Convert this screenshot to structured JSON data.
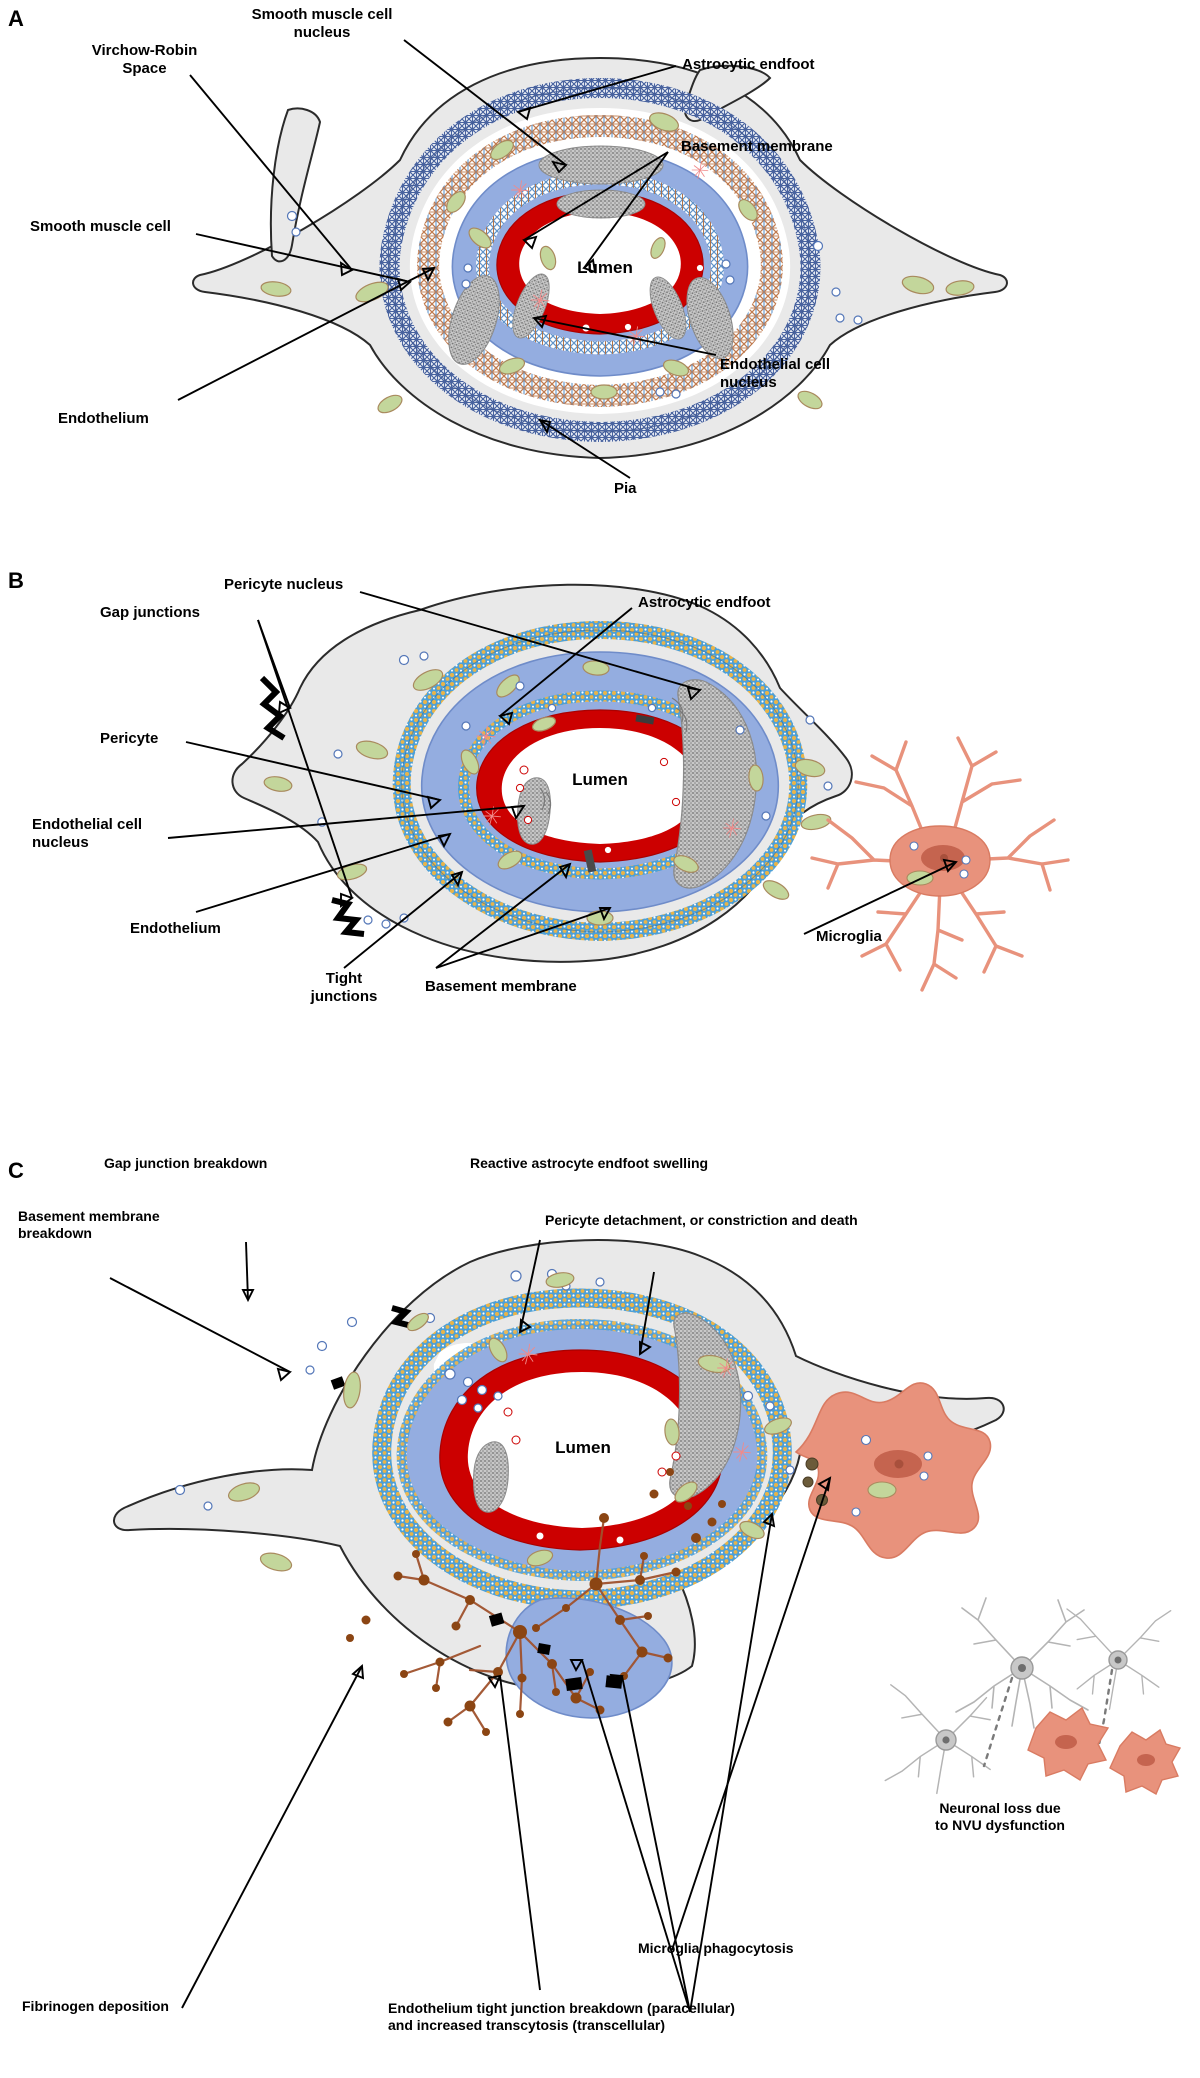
{
  "figure": {
    "type": "scientific-diagram",
    "description": "Three-panel schematic of the neurovascular unit: arteriole, capillary, and diseased capillary"
  },
  "panels": [
    {
      "id": "A",
      "letter": "A",
      "lumen_label": "Lumen",
      "labels": [
        {
          "key": "smooth_muscle_cell_nucleus",
          "text": "Smooth muscle cell\nnucleus"
        },
        {
          "key": "virchow_robin_space",
          "text": "Virchow-Robin\nSpace"
        },
        {
          "key": "astrocytic_endfoot",
          "text": "Astrocytic endfoot"
        },
        {
          "key": "basement_membrane",
          "text": "Basement membrane"
        },
        {
          "key": "smooth_muscle_cell",
          "text": "Smooth muscle cell"
        },
        {
          "key": "endothelial_cell_nucleus",
          "text": "Endothelial cell\nnucleus"
        },
        {
          "key": "endothelium",
          "text": "Endothelium"
        },
        {
          "key": "pia",
          "text": "Pia"
        }
      ]
    },
    {
      "id": "B",
      "letter": "B",
      "lumen_label": "Lumen",
      "labels": [
        {
          "key": "pericyte_nucleus",
          "text": "Pericyte nucleus"
        },
        {
          "key": "gap_junctions",
          "text": "Gap junctions"
        },
        {
          "key": "astrocytic_endfoot",
          "text": "Astrocytic endfoot"
        },
        {
          "key": "pericyte",
          "text": "Pericyte"
        },
        {
          "key": "endothelial_cell_nucleus",
          "text": "Endothelial cell\nnucleus"
        },
        {
          "key": "endothelium",
          "text": "Endothelium"
        },
        {
          "key": "tight_junctions",
          "text": "Tight\njunctions"
        },
        {
          "key": "basement_membrane",
          "text": "Basement membrane"
        },
        {
          "key": "microglia",
          "text": "Microglia"
        }
      ]
    },
    {
      "id": "C",
      "letter": "C",
      "lumen_label": "Lumen",
      "labels": [
        {
          "key": "gap_junction_breakdown",
          "text": "Gap junction breakdown"
        },
        {
          "key": "reactive_astrocyte_endfoot_swelling",
          "text": "Reactive astrocyte endfoot swelling"
        },
        {
          "key": "pericyte_detachment",
          "text": "Pericyte detachment, or constriction and death"
        },
        {
          "key": "basement_membrane_breakdown",
          "text": "Basement membrane\nbreakdown"
        },
        {
          "key": "neuronal_loss",
          "text": "Neuronal loss due\nto NVU dysfunction"
        },
        {
          "key": "microglia_phagocytosis",
          "text": "Microglia phagocytosis"
        },
        {
          "key": "fibrinogen_deposition",
          "text": "Fibrinogen deposition"
        },
        {
          "key": "endothelium_tight_junction_breakdown",
          "text": "Endothelium tight junction breakdown (paracellular)\nand increased transcytosis (transcellular)"
        }
      ]
    }
  ],
  "colors": {
    "blood_red": "#cc0000",
    "endothelium_blue": "#8ba6d9",
    "astrocyte_grey": "#e8e8e8",
    "basement_membrane_blue": "#4a6fb5",
    "mitochondria_green": "#c3d69b",
    "microglia_orange": "#e8927c",
    "pericyte_yellow": "#e8b44a",
    "nucleus_grey": "#9a9a9a",
    "fibrinogen_brown": "#8b4513",
    "neuron_grey": "#a8a8a8",
    "capillary_cyan": "#4d9fd6",
    "vesicle_white": "#ffffff",
    "outline_black": "#000000"
  }
}
